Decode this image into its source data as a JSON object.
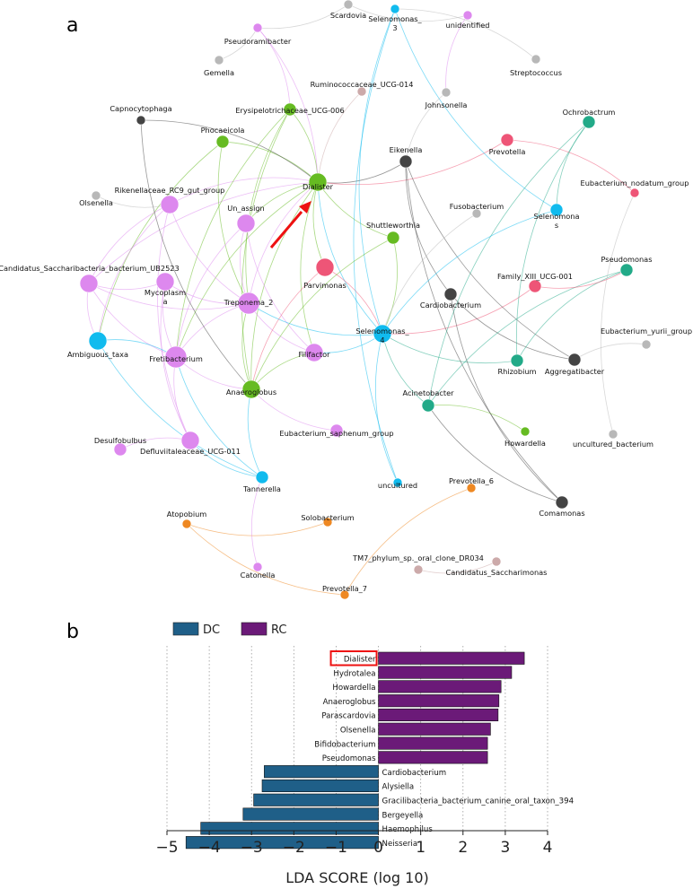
{
  "panels": {
    "a": "a",
    "b": "b"
  },
  "colors": {
    "purple": "#dd88ee",
    "green": "#66bb22",
    "blue": "#11bbee",
    "dark": "#444444",
    "gray": "#b8b8b8",
    "pink": "#ee5577",
    "teal": "#22aa88",
    "orange": "#ee8822",
    "tan": "#ccaaaa",
    "arrow": "#ee1111",
    "dc_bar": "#1f5f88",
    "rc_bar": "#6b1a78",
    "highlight_box": "#ee1111"
  },
  "network": {
    "nodes": [
      {
        "label": "Scardovia",
        "color": "gray",
        "size": "s"
      },
      {
        "label": "Selenomonas_\n3",
        "color": "blue",
        "size": "s"
      },
      {
        "label": "unidentified",
        "color": "purple",
        "size": "s"
      },
      {
        "label": "Pseudoramibacter",
        "color": "purple",
        "size": "s"
      },
      {
        "label": "Gemella",
        "color": "gray",
        "size": "s"
      },
      {
        "label": "Streptococcus",
        "color": "gray",
        "size": "s"
      },
      {
        "label": "Ruminococcaceae_UCG-014",
        "color": "tan",
        "size": "s"
      },
      {
        "label": "Johnsonella",
        "color": "gray",
        "size": "s"
      },
      {
        "label": "Capnocytophaga",
        "color": "dark",
        "size": "s"
      },
      {
        "label": "Erysipelotrichaceae_UCG-006",
        "color": "green",
        "size": "m"
      },
      {
        "label": "Ochrobactrum",
        "color": "teal",
        "size": "m"
      },
      {
        "label": "Phocaeicola",
        "color": "green",
        "size": "m"
      },
      {
        "label": "Eikenella",
        "color": "dark",
        "size": "m"
      },
      {
        "label": "Prevotella",
        "color": "pink",
        "size": "m"
      },
      {
        "label": "Dialister",
        "color": "green",
        "size": "l"
      },
      {
        "label": "Eubacterium_nodatum_group",
        "color": "pink",
        "size": "s"
      },
      {
        "label": "Olsenella",
        "color": "gray",
        "size": "s"
      },
      {
        "label": "Rikenellaceae_RC9_gut_group",
        "color": "purple",
        "size": "l"
      },
      {
        "label": "Un_assign",
        "color": "purple",
        "size": "l"
      },
      {
        "label": "Fusobacterium",
        "color": "gray",
        "size": "s"
      },
      {
        "label": "Selenomona\ns",
        "color": "blue",
        "size": "m"
      },
      {
        "label": "Shuttleworthia",
        "color": "green",
        "size": "m"
      },
      {
        "label": "Pseudomonas",
        "color": "teal",
        "size": "m"
      },
      {
        "label": "Candidatus_Saccharibacteria_bacterium_UB2523",
        "color": "purple",
        "size": "l"
      },
      {
        "label": "Mycoplasm\na",
        "color": "purple",
        "size": "l"
      },
      {
        "label": "Parvimonas",
        "color": "pink",
        "size": "l"
      },
      {
        "label": "Family_XIII_UCG-001",
        "color": "pink",
        "size": "m"
      },
      {
        "label": "Cardiobacterium",
        "color": "dark",
        "size": "m"
      },
      {
        "label": "Treponema_2",
        "color": "purple",
        "size": "xl"
      },
      {
        "label": "Selenomonas_\n4",
        "color": "blue",
        "size": "l"
      },
      {
        "label": "Eubacterium_yurii_group",
        "color": "gray",
        "size": "s"
      },
      {
        "label": "Fretibacterium",
        "color": "purple",
        "size": "xl"
      },
      {
        "label": "Filifactor",
        "color": "purple",
        "size": "l"
      },
      {
        "label": "Ambiguous_taxa",
        "color": "blue",
        "size": "l"
      },
      {
        "label": "Rhizobium",
        "color": "teal",
        "size": "m"
      },
      {
        "label": "Aggregatibacter",
        "color": "dark",
        "size": "m"
      },
      {
        "label": "Anaeroglobus",
        "color": "green",
        "size": "l"
      },
      {
        "label": "Acinetobacter",
        "color": "teal",
        "size": "m"
      },
      {
        "label": "Howardella",
        "color": "green",
        "size": "s"
      },
      {
        "label": "uncultured_bacterium",
        "color": "gray",
        "size": "s"
      },
      {
        "label": "Desulfobulbus",
        "color": "purple",
        "size": "m"
      },
      {
        "label": "Eubacterium_saphenum_group",
        "color": "purple",
        "size": "m"
      },
      {
        "label": "Defluviitaleaceae_UCG-011",
        "color": "purple",
        "size": "l"
      },
      {
        "label": "Tannerella",
        "color": "blue",
        "size": "m"
      },
      {
        "label": "uncultured",
        "color": "blue",
        "size": "s"
      },
      {
        "label": "Prevotella_6",
        "color": "orange",
        "size": "s"
      },
      {
        "label": "Comamonas",
        "color": "dark",
        "size": "m"
      },
      {
        "label": "Atopobium",
        "color": "orange",
        "size": "s"
      },
      {
        "label": "Solobacterium",
        "color": "orange",
        "size": "s"
      },
      {
        "label": "TM7_phylum_sp._oral_clone_DR034",
        "color": "tan",
        "size": "s"
      },
      {
        "label": "Candidatus_Saccharimonas",
        "color": "tan",
        "size": "s"
      },
      {
        "label": "Catonella",
        "color": "purple",
        "size": "s"
      },
      {
        "label": "Prevotella_7",
        "color": "orange",
        "size": "s"
      }
    ]
  },
  "chart_data": {
    "type": "bar",
    "orientation": "horizontal",
    "legend": [
      {
        "name": "DC",
        "color": "dc_bar"
      },
      {
        "name": "RC",
        "color": "rc_bar"
      }
    ],
    "legend_position": "top-left",
    "categories": [
      "Dialister",
      "Hydrotalea",
      "Howardella",
      "Anaeroglobus",
      "Parascardovia",
      "Olsenella",
      "Bifidobacterium",
      "Pseudomonas",
      "Cardiobacterium",
      "Alysiella",
      "Gracilibacteria_bacterium_canine_oral_taxon_394",
      "Bergeyella",
      "Haemophilus",
      "Neisseria"
    ],
    "groups": [
      "RC",
      "RC",
      "RC",
      "RC",
      "RC",
      "RC",
      "RC",
      "RC",
      "DC",
      "DC",
      "DC",
      "DC",
      "DC",
      "DC"
    ],
    "values": [
      3.45,
      3.15,
      2.9,
      2.85,
      2.83,
      2.65,
      2.58,
      2.58,
      -2.7,
      -2.75,
      -2.95,
      -3.2,
      -4.2,
      -4.55
    ],
    "xlabel": "LDA SCORE (log 10)",
    "xlim": [
      -5,
      4
    ],
    "xticks": [
      "−5",
      "−4",
      "−3",
      "−2",
      "−1",
      "0",
      "1",
      "2",
      "3",
      "4"
    ],
    "grid": "vertical dotted",
    "highlighted": "Dialister"
  }
}
